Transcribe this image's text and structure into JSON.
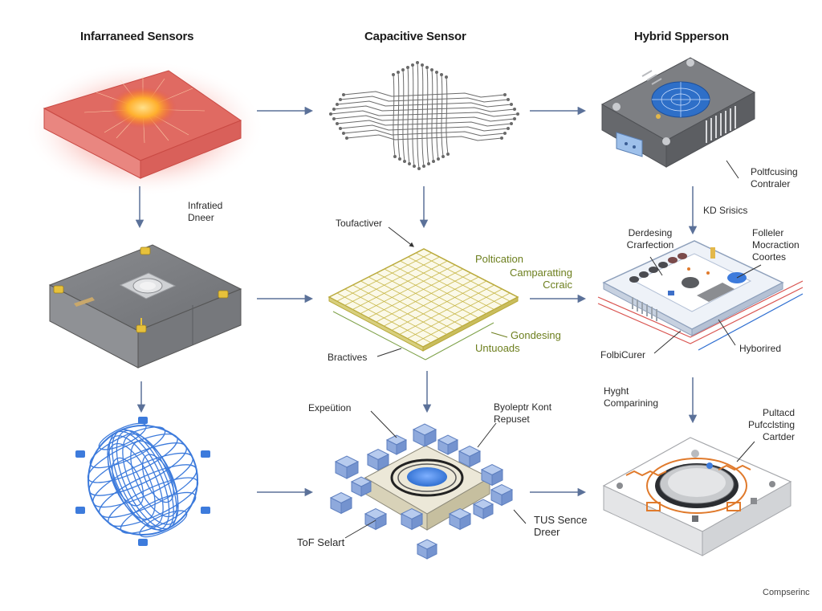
{
  "columns": [
    {
      "title": "Infarraneed Sensors"
    },
    {
      "title": "Capacitive Sensor"
    },
    {
      "title": "Hybrid Spperson"
    }
  ],
  "labels": {
    "infrared_detector": "Infratied\nDneer",
    "touch_active": "Toufactiver",
    "polarization": "Poltication",
    "comparing_circle": "Camparatting\nCcraic",
    "condensing": "Gondesing",
    "untreads": "Untuoads",
    "bractives": "Bractives",
    "polfocusing_controller": "Poltfcusing\nContraler",
    "kd_basics": "KD Srisics",
    "dendensing_cranfection": "Derdesing\nCrarfection",
    "foller_moderation": "Folleler\nMocraction\nCoortes",
    "fold_curer": "FolbiCurer",
    "hyborired": "Hyborired",
    "hyght_comparing": "Hyght\nComparining",
    "pulsed_cartder": "Pultacd\nPufcclsting\nCartder",
    "expedition": "Expeütion",
    "dyolept_kont": "Byoleptr Kont\nRepuset",
    "tus_sence": "TUS Sence\nDreer",
    "tof_selart": "ToF Selart"
  },
  "footer": "Compserinc",
  "colors": {
    "arrow": "#5b7199",
    "infrared": "#d9605a",
    "glow": "#ffb02e",
    "grid": "#b9a93a",
    "sphere": "#3d7bdc",
    "cube": "#8ea9dc",
    "grey_device": "#7a7c80",
    "pcb_trace": "#e07a2c"
  }
}
